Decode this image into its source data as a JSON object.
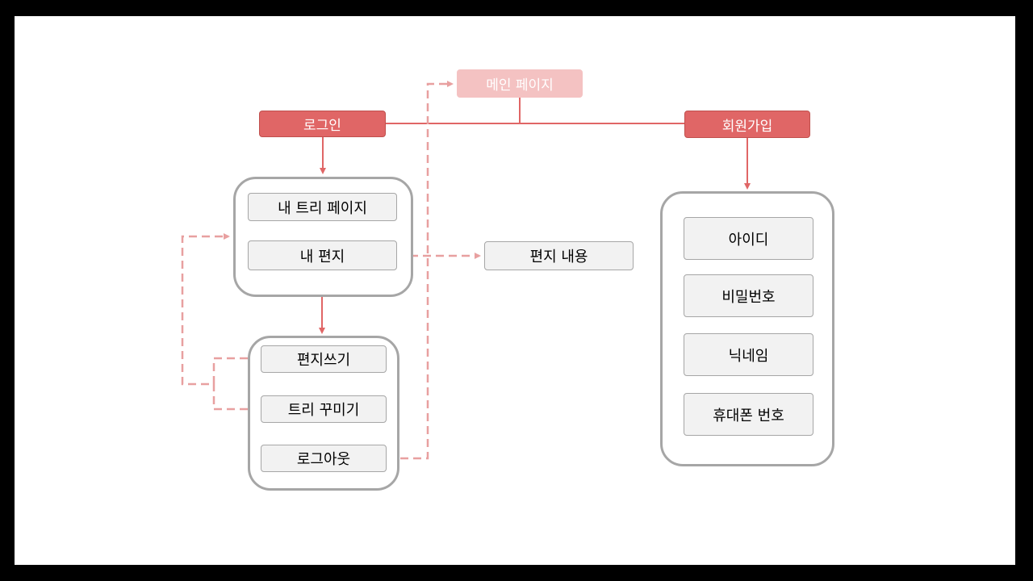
{
  "nodes": {
    "main_page": "메인 페이지",
    "login": "로그인",
    "signup": "회원가입",
    "my_tree_page": "내 트리 페이지",
    "my_letters": "내 편지",
    "letter_content": "편지 내용",
    "write_letter": "편지쓰기",
    "decorate_tree": "트리 꾸미기",
    "logout": "로그아웃",
    "id": "아이디",
    "password": "비밀번호",
    "nickname": "닉네임",
    "phone": "휴대폰 번호"
  },
  "colors": {
    "accent": "#e06666",
    "accent_faded": "#f4c2c2",
    "dashed_link": "#e8a0a0",
    "group_border": "#a6a6a6",
    "item_fill": "#f2f2f2",
    "frame": "#000000"
  }
}
